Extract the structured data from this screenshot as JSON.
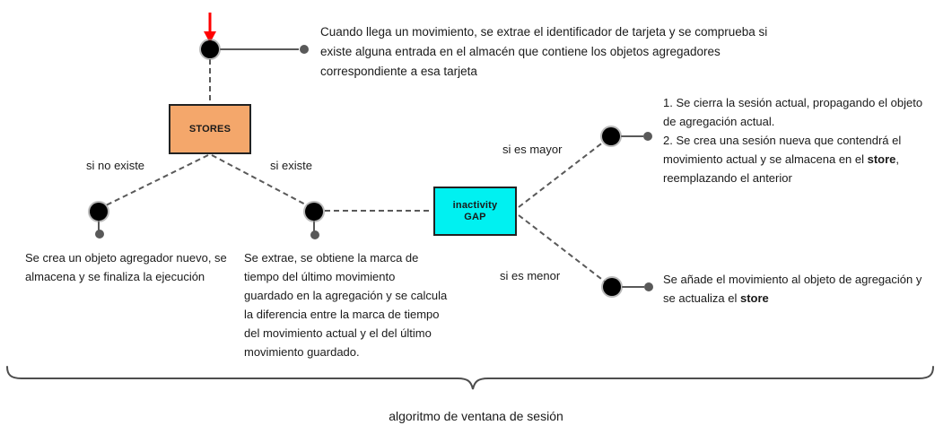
{
  "diagram": {
    "start_note": "Cuando llega un movimiento, se extrae el identificador de tarjeta y se comprueba si\nexiste alguna entrada en el almacén que contiene los objetos agregadores\ncorrespondiente a esa tarjeta",
    "stores_label": "STORES",
    "gap_label_line1": "inactivity",
    "gap_label_line2": "GAP",
    "branch_no_existe": {
      "label": "si no existe",
      "note": "Se crea un objeto agregador nuevo, se\nalmacena y se finaliza la ejecución"
    },
    "branch_existe": {
      "label": "si existe",
      "note": "Se extrae, se obtiene la marca de\ntiempo del último movimiento\nguardado en la agregación y se calcula\nla diferencia entre la marca de tiempo\ndel movimiento actual y el del último\nmovimiento guardado."
    },
    "branch_mayor": {
      "label": "si es mayor",
      "note_before": "1. Se cierra la sesión actual, propagando el objeto\nde agregación actual.\n2. Se crea una sesión nueva que contendrá el\nmovimiento actual y se almacena en el ",
      "note_bold": "store",
      "note_after": ",\nreemplazando el anterior"
    },
    "branch_menor": {
      "label": "si es menor",
      "note_before": "Se añade el movimiento al objeto de agregación y\nse actualiza el ",
      "note_bold": "store"
    },
    "caption": "algoritmo de ventana de sesión",
    "colors": {
      "stores_fill": "#F4A76B",
      "gap_fill": "#00F1F1",
      "arrow_red": "#FF0000",
      "line_gray": "#595959",
      "node_black": "#000000"
    }
  }
}
